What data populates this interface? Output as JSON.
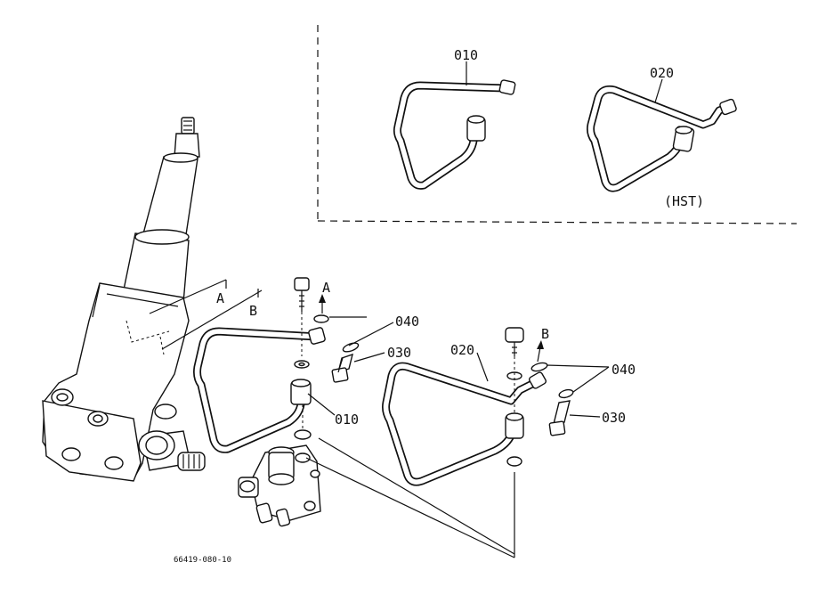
{
  "callouts": {
    "inset_010": "010",
    "inset_020": "020",
    "inset_note": "(HST)",
    "main_010": "010",
    "main_020": "020",
    "main_030_left": "030",
    "main_030_right": "030",
    "main_040_left": "040",
    "main_040_right": "040",
    "view_a_top": "A",
    "view_a_gear": "A",
    "view_b_top": "B",
    "view_b_gear": "B"
  },
  "drawing_number": "66419-080-10"
}
